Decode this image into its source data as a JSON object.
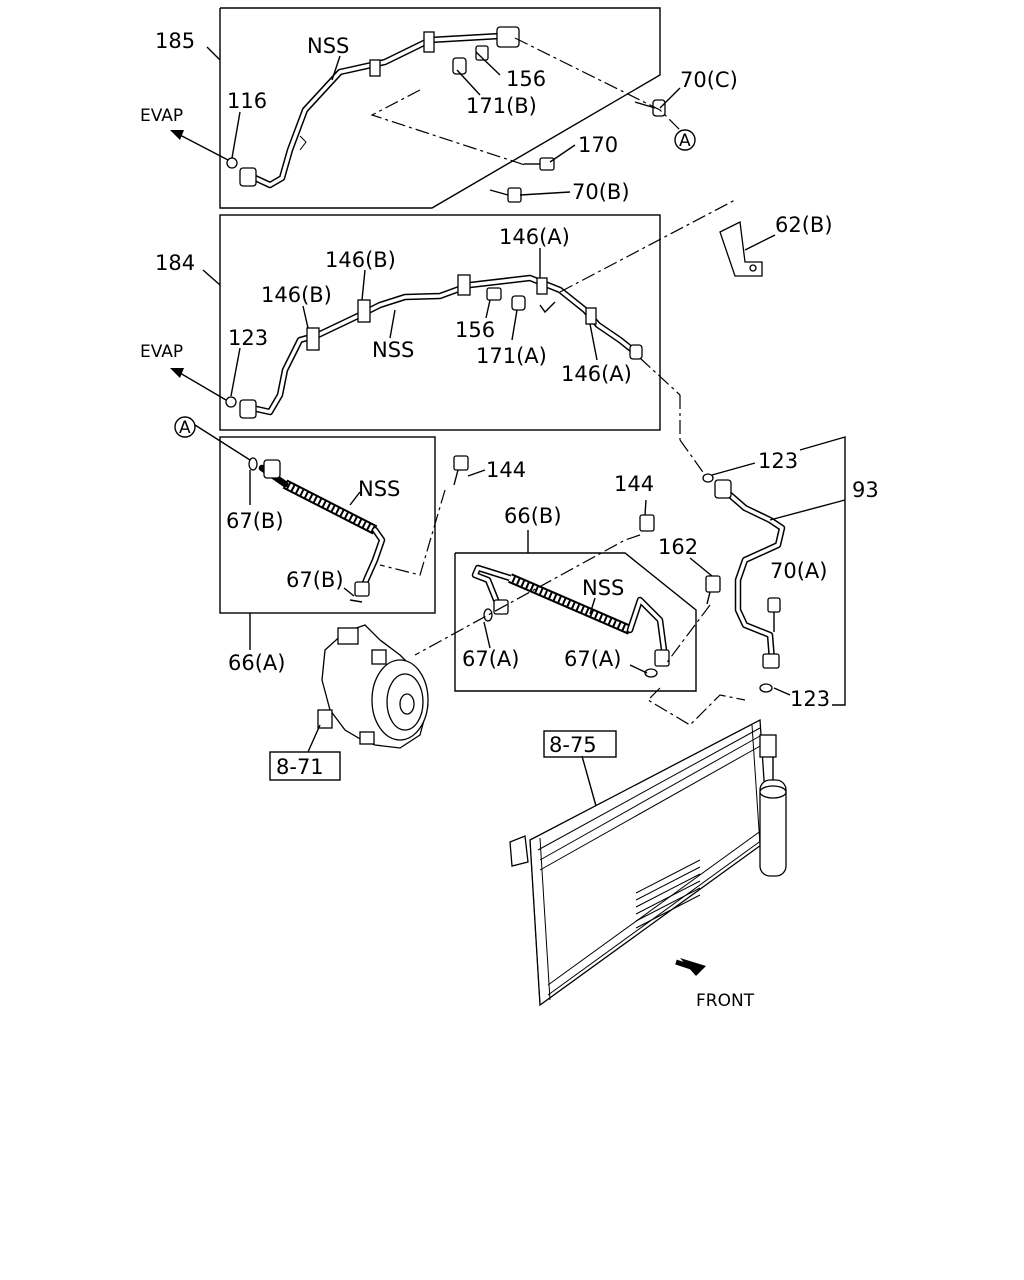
{
  "labels": {
    "l185": "185",
    "l184": "184",
    "l93": "93",
    "nss1": "NSS",
    "nss2": "NSS",
    "nss3": "NSS",
    "nss4": "NSS",
    "evap1": "EVAP",
    "evap2": "EVAP",
    "l116": "116",
    "l156a": "156",
    "l156b": "156",
    "l171b": "171(B)",
    "l171a": "171(A)",
    "l70c": "70(C)",
    "l70b": "70(B)",
    "l70a": "70(A)",
    "l170": "170",
    "circleA1": "A",
    "circleA2": "A",
    "l62b": "62(B)",
    "l146a1": "146(A)",
    "l146a2": "146(A)",
    "l146b1": "146(B)",
    "l146b2": "146(B)",
    "l123a": "123",
    "l123b": "123",
    "l123c": "123",
    "l144a": "144",
    "l144b": "144",
    "l67b1": "67(B)",
    "l67b2": "67(B)",
    "l67a1": "67(A)",
    "l67a2": "67(A)",
    "l66a": "66(A)",
    "l66b": "66(B)",
    "l162": "162",
    "ref871": "8-71",
    "ref875": "8-75",
    "front": "FRONT"
  }
}
